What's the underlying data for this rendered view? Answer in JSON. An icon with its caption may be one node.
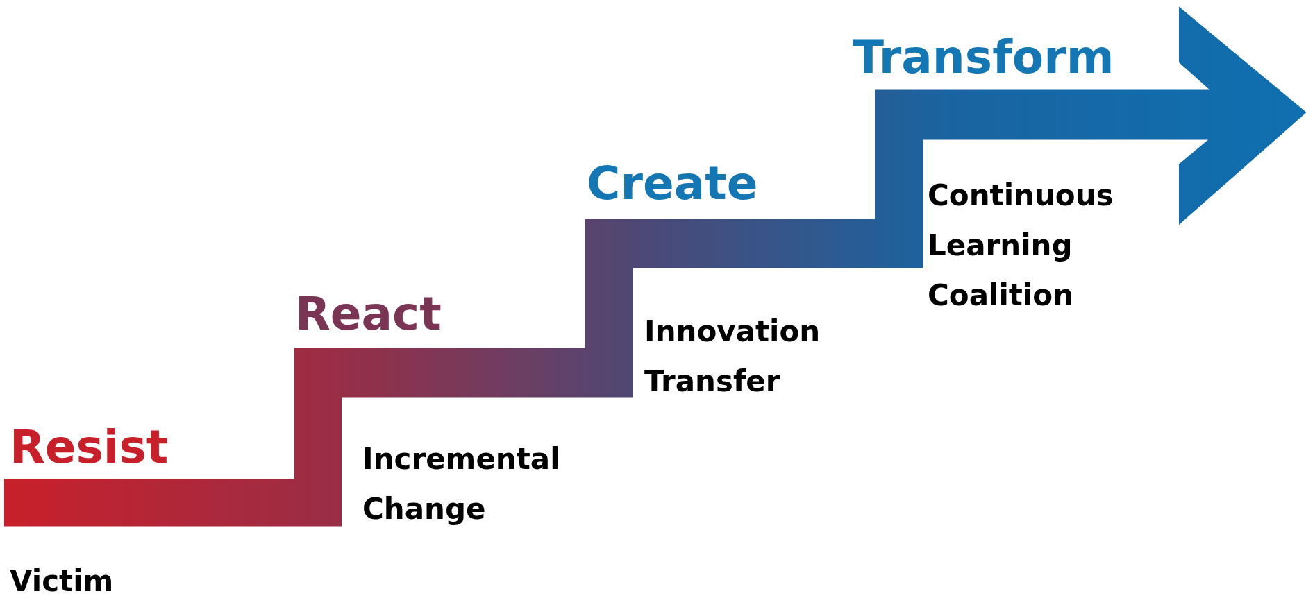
{
  "diagram": {
    "labels": [
      "Transform",
      "Create",
      "Continuous Learning Coalition",
      "React",
      "Innovation Transfer",
      "Resist",
      "Incremental Change",
      "Victim"
    ]
  }
}
